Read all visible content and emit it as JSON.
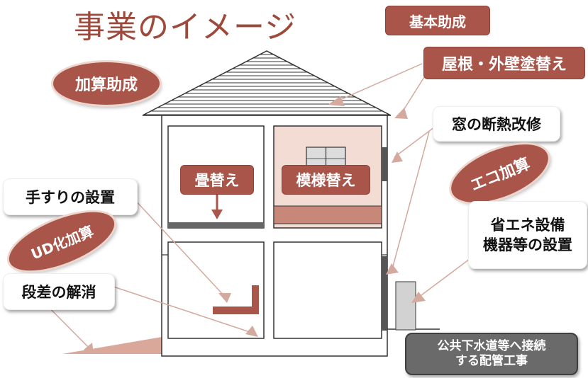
{
  "title": "事業のイメージ",
  "labels": {
    "kihon": "基本助成",
    "kasan": "加算助成",
    "yane": "屋根・外壁塗替え",
    "mado": "窓の断熱改修",
    "eco": "エコ加算",
    "shoene_line1": "省エネ設備",
    "shoene_line2": "機器等の設置",
    "tatami": "畳替え",
    "moyou": "模様替え",
    "tesuri": "手すりの設置",
    "ud": "UD化加算",
    "dansa": "段差の解消",
    "gesui_line1": "公共下水道等へ接続",
    "gesui_line2": "する配管工事"
  },
  "colors": {
    "accent": "#a9554a",
    "accent_light": "#ecd7cf",
    "connector": "#d4a99e",
    "house_line": "#333333",
    "gray_box": "#6a6a6a"
  }
}
